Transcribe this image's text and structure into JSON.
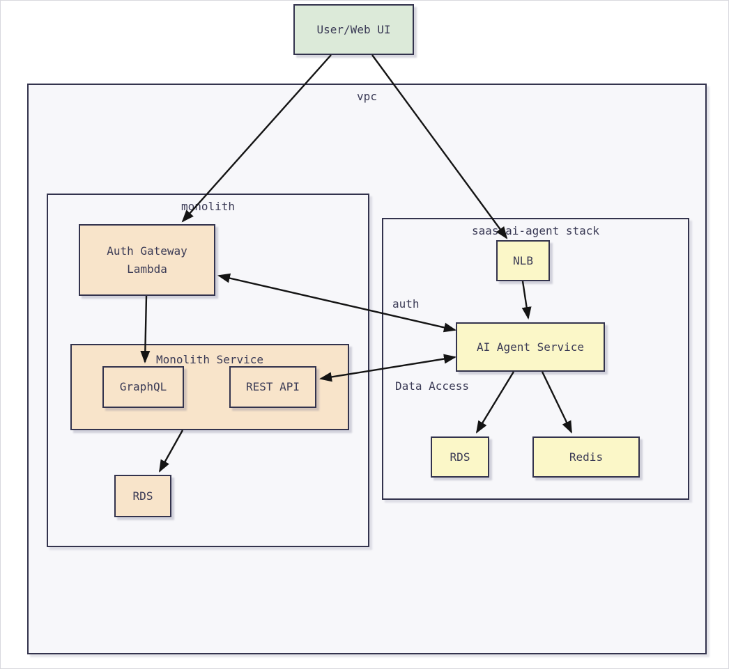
{
  "diagram": {
    "containers": {
      "vpc": {
        "label": "vpc"
      },
      "monolith": {
        "label": "monolith"
      },
      "saas_stack": {
        "label": "saas-ai-agent stack"
      }
    },
    "nodes": {
      "user_web_ui": {
        "label": "User/Web UI"
      },
      "auth_gateway_lambda": {
        "label": "Auth Gateway Lambda"
      },
      "monolith_service": {
        "label": "Monolith Service"
      },
      "graphql": {
        "label": "GraphQL"
      },
      "rest_api": {
        "label": "REST API"
      },
      "rds_monolith": {
        "label": "RDS"
      },
      "nlb": {
        "label": "NLB"
      },
      "ai_agent_service": {
        "label": "AI Agent Service"
      },
      "rds_agent": {
        "label": "RDS"
      },
      "redis": {
        "label": "Redis"
      }
    },
    "edge_labels": {
      "auth": "auth",
      "data_access": "Data Access"
    },
    "edges": [
      {
        "from": "User/Web UI",
        "to": "Auth Gateway Lambda",
        "direction": "one-way"
      },
      {
        "from": "User/Web UI",
        "to": "NLB",
        "direction": "one-way"
      },
      {
        "from": "Auth Gateway Lambda",
        "to": "GraphQL",
        "direction": "one-way"
      },
      {
        "from": "Monolith Service",
        "to": "RDS",
        "direction": "one-way"
      },
      {
        "from": "Auth Gateway Lambda",
        "to": "AI Agent Service",
        "direction": "two-way",
        "label": "auth"
      },
      {
        "from": "REST API",
        "to": "AI Agent Service",
        "direction": "two-way",
        "label": "Data Access"
      },
      {
        "from": "NLB",
        "to": "AI Agent Service",
        "direction": "one-way"
      },
      {
        "from": "AI Agent Service",
        "to": "RDS",
        "direction": "one-way"
      },
      {
        "from": "AI Agent Service",
        "to": "Redis",
        "direction": "one-way"
      }
    ],
    "colors": {
      "user_box_fill": "#dcead9",
      "monolith_box_fill": "#f8e4ca",
      "saas_box_fill": "#fbf7c8",
      "container_fill": "#f7f7fa",
      "border": "#33334d",
      "arrow": "#141414",
      "text": "#3a3a55"
    }
  }
}
